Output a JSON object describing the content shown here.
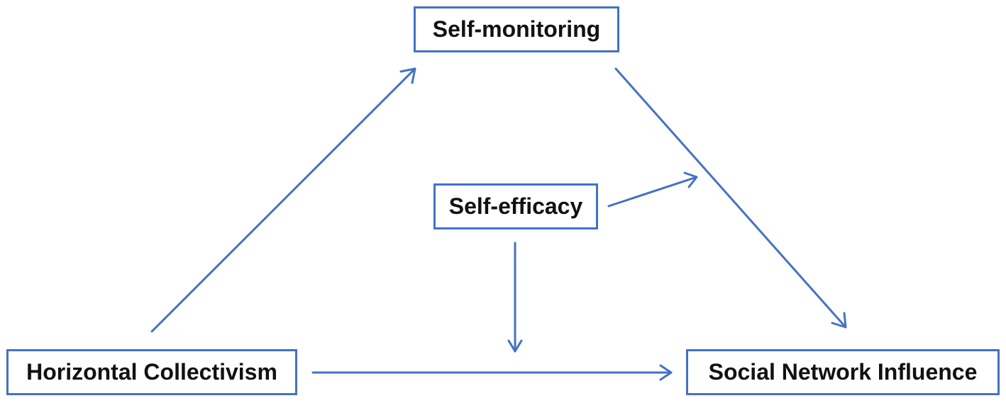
{
  "diagram": {
    "nodes": {
      "self_monitoring": "Self-monitoring",
      "self_efficacy": "Self-efficacy",
      "horizontal_collectivism": "Horizontal Collectivism",
      "social_network_influence": "Social Network Influence"
    },
    "edges": [
      {
        "from": "Horizontal Collectivism",
        "to": "Self-monitoring"
      },
      {
        "from": "Self-monitoring",
        "to": "Social Network Influence"
      },
      {
        "from": "Horizontal Collectivism",
        "to": "Social Network Influence"
      },
      {
        "from": "Self-efficacy",
        "to": "Self-monitoring → Social Network Influence path"
      },
      {
        "from": "Self-efficacy",
        "to": "Horizontal Collectivism → Social Network Influence path"
      }
    ],
    "colors": {
      "line": "#4472c4",
      "border": "#4472c4",
      "text": "#111111"
    }
  }
}
